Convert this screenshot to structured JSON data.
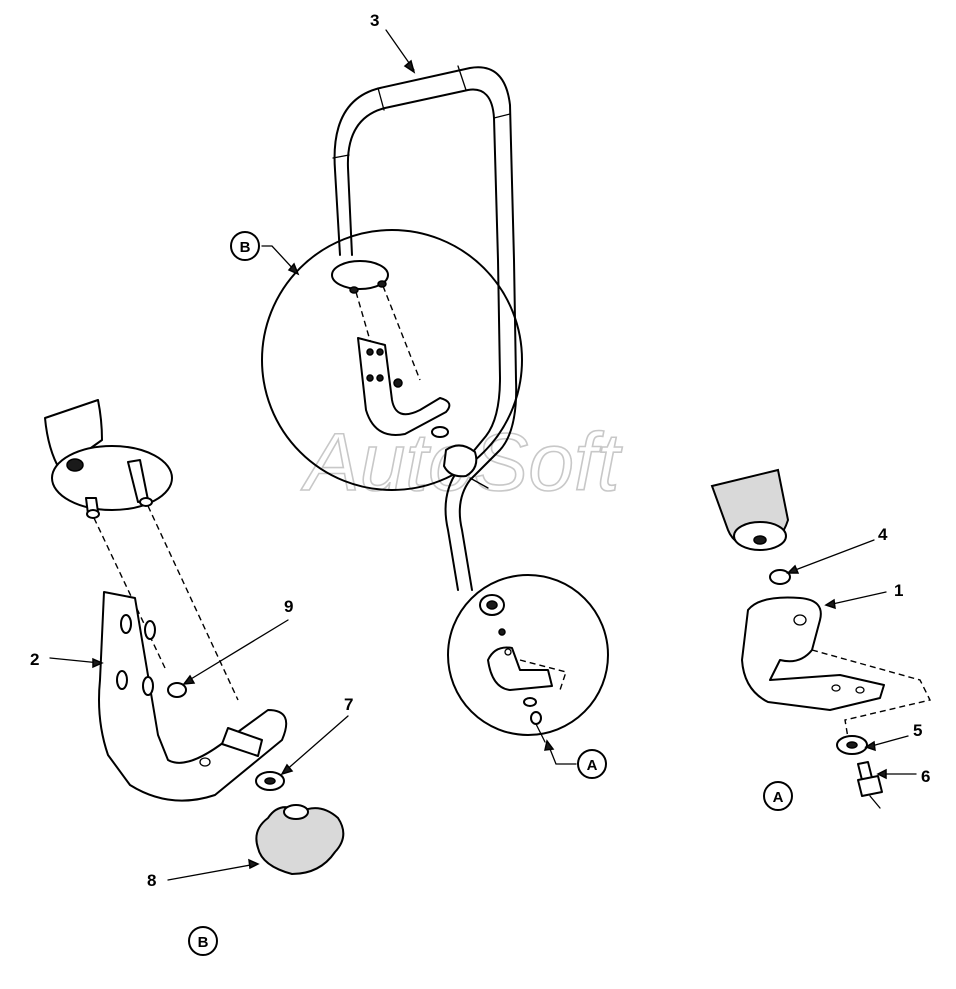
{
  "watermark": "AutoSoft",
  "part_labels": {
    "p1": "1",
    "p2": "2",
    "p3": "3",
    "p4": "4",
    "p5": "5",
    "p6": "6",
    "p7": "7",
    "p8": "8",
    "p9": "9"
  },
  "detail_labels": {
    "b_top": "B",
    "a_center": "A",
    "a_right": "A",
    "b_bottom": "B"
  }
}
